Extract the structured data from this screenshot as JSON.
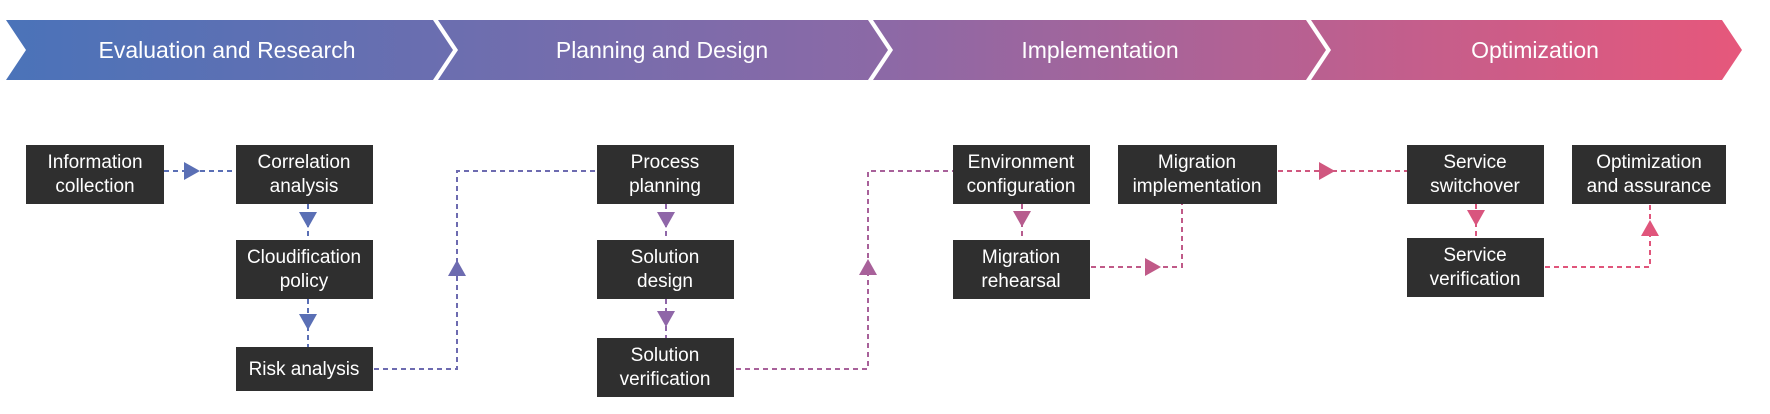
{
  "phases": [
    {
      "label": "Evaluation and Research"
    },
    {
      "label": "Planning and Design"
    },
    {
      "label": "Implementation"
    },
    {
      "label": "Optimization"
    }
  ],
  "colors": {
    "gradient_start": "#4a73b9",
    "gradient_mid": "#8c69a6",
    "gradient_end": "#e9577a",
    "node_fill": "#2f2f2f",
    "node_text": "#ffffff",
    "connector_blue": "#5a6fb5",
    "connector_purple": "#8f66a8",
    "connector_magenta": "#b75c8e",
    "connector_pink": "#d9557e"
  },
  "nodes": {
    "information_collection": {
      "line1": "Information",
      "line2": "collection"
    },
    "correlation_analysis": {
      "line1": "Correlation",
      "line2": "analysis"
    },
    "cloudification_policy": {
      "line1": "Cloudification",
      "line2": "policy"
    },
    "risk_analysis": {
      "line1": "Risk analysis"
    },
    "process_planning": {
      "line1": "Process",
      "line2": "planning"
    },
    "solution_design": {
      "line1": "Solution",
      "line2": "design"
    },
    "solution_verification": {
      "line1": "Solution",
      "line2": "verification"
    },
    "environment_configuration": {
      "line1": "Environment",
      "line2": "configuration"
    },
    "migration_rehearsal": {
      "line1": "Migration",
      "line2": "rehearsal"
    },
    "migration_implementation": {
      "line1": "Migration",
      "line2": "implementation"
    },
    "service_switchover": {
      "line1": "Service",
      "line2": "switchover"
    },
    "service_verification": {
      "line1": "Service",
      "line2": "verification"
    },
    "optimization_assurance": {
      "line1": "Optimization",
      "line2": "and assurance"
    }
  }
}
